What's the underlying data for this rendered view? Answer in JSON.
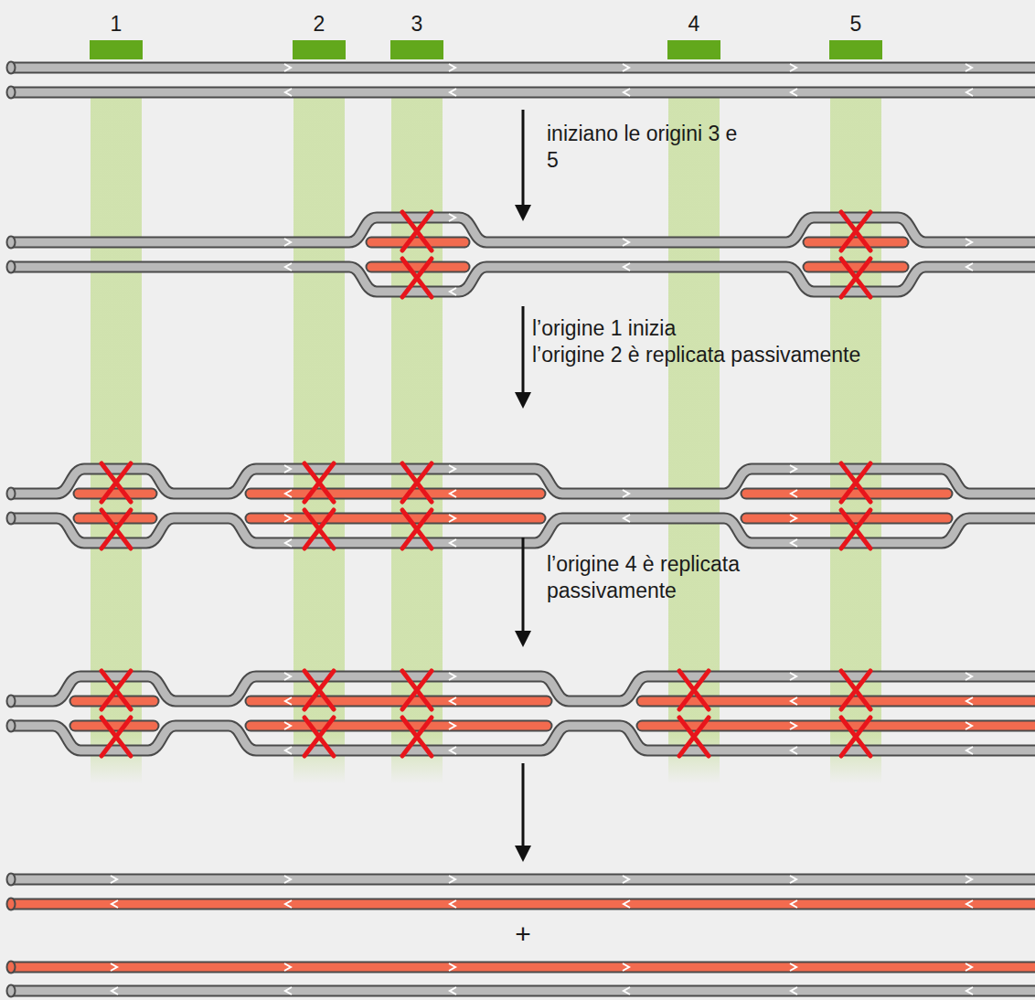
{
  "diagram": {
    "labels": [
      "1",
      "2",
      "3",
      "4",
      "5",
      "iniziano le origini 3 e 5",
      "l’origine 1 inizia",
      "l’origine 2 è replicata passivamente",
      "l’origine 4 è replicata passivamente",
      "+"
    ]
  }
}
